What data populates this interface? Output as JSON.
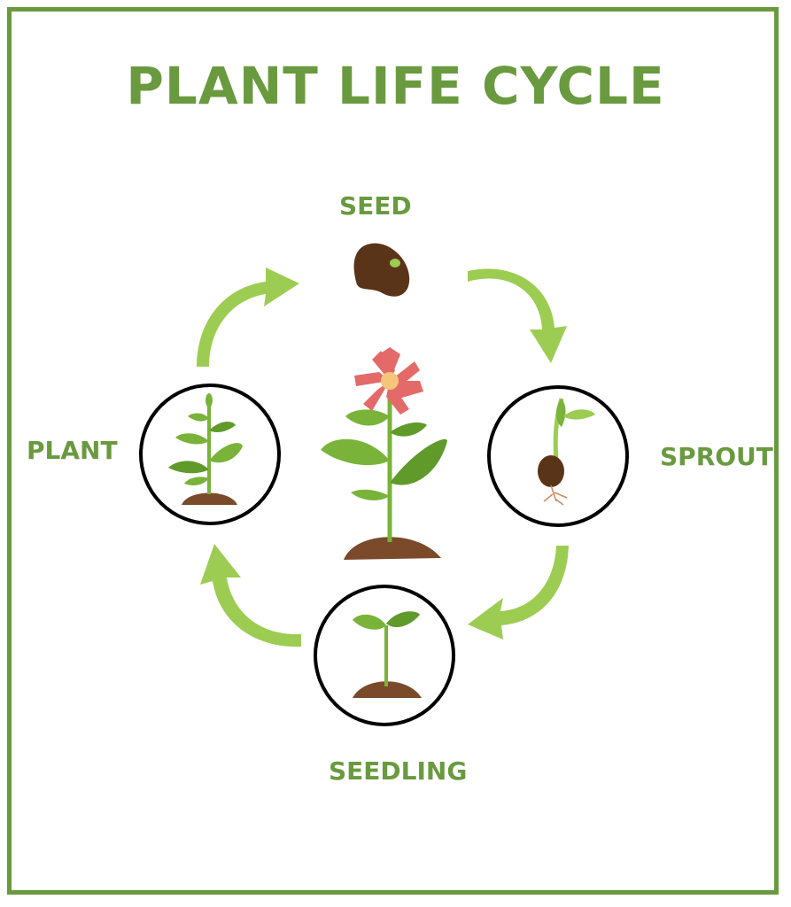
{
  "title": "PLANT LIFE CYCLE",
  "stages": {
    "seed": "SEED",
    "sprout": "SPROUT",
    "seedling": "SEEDLING",
    "plant": "PLANT"
  },
  "colors": {
    "frame": "#6a9a3f",
    "text": "#6a9a3f",
    "arrow": "#9ccd52",
    "leaf": "#79b33a",
    "leaf_dark": "#5f9a2b",
    "soil": "#7a4a2a",
    "seed": "#5a3418",
    "petal": "#e46a6a",
    "flower_center": "#f4c57a",
    "circle_stroke": "#000000"
  },
  "icons": [
    "seed-icon",
    "sprout-icon",
    "seedling-icon",
    "plant-icon",
    "flower-icon",
    "cycle-arrow-icon"
  ]
}
